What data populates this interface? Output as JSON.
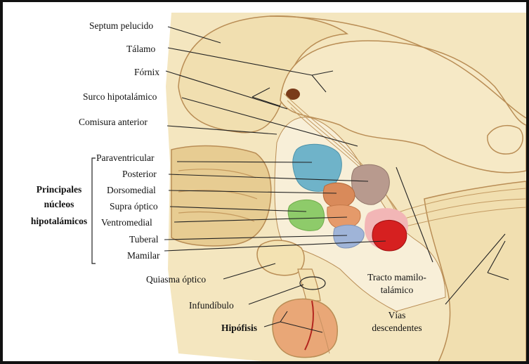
{
  "colors": {
    "background": "#ffffff",
    "tissue": "#f4e6bf",
    "tissue_dark": "#e7cc92",
    "outline": "#b98d55",
    "paraventricular": "#6fb3c9",
    "posterior": "#b89a8e",
    "dorsomedial": "#d98a5a",
    "supraoptic": "#8ecb6a",
    "ventromedial": "#e59a6a",
    "tuberal": "#9fb4d8",
    "mamilar": "#d62020",
    "hypophysis": "#e9a777"
  },
  "labels": {
    "septum": "Septum pelucido",
    "talamo": "Tálamo",
    "fornix": "Fórnix",
    "surco": "Surco hipotalámico",
    "comisura": "Comisura anterior",
    "paraventricular": "Paraventricular",
    "posterior": "Posterior",
    "dorsomedial": "Dorsomedial",
    "supraoptico": "Supra óptico",
    "ventromedial": "Ventromedial",
    "tuberal": "Tuberal",
    "mamilar": "Mamilar",
    "quiasma": "Quiasma óptico",
    "infundibulo": "Infundíbulo",
    "hipofisis": "Hipófisis",
    "tracto_1": "Tracto mamilo-",
    "tracto_2": "talámico",
    "vias_1": "Vías",
    "vias_2": "descendentes",
    "group_1": "Principales",
    "group_2": "núcleos",
    "group_3": "hipotalámicos"
  }
}
